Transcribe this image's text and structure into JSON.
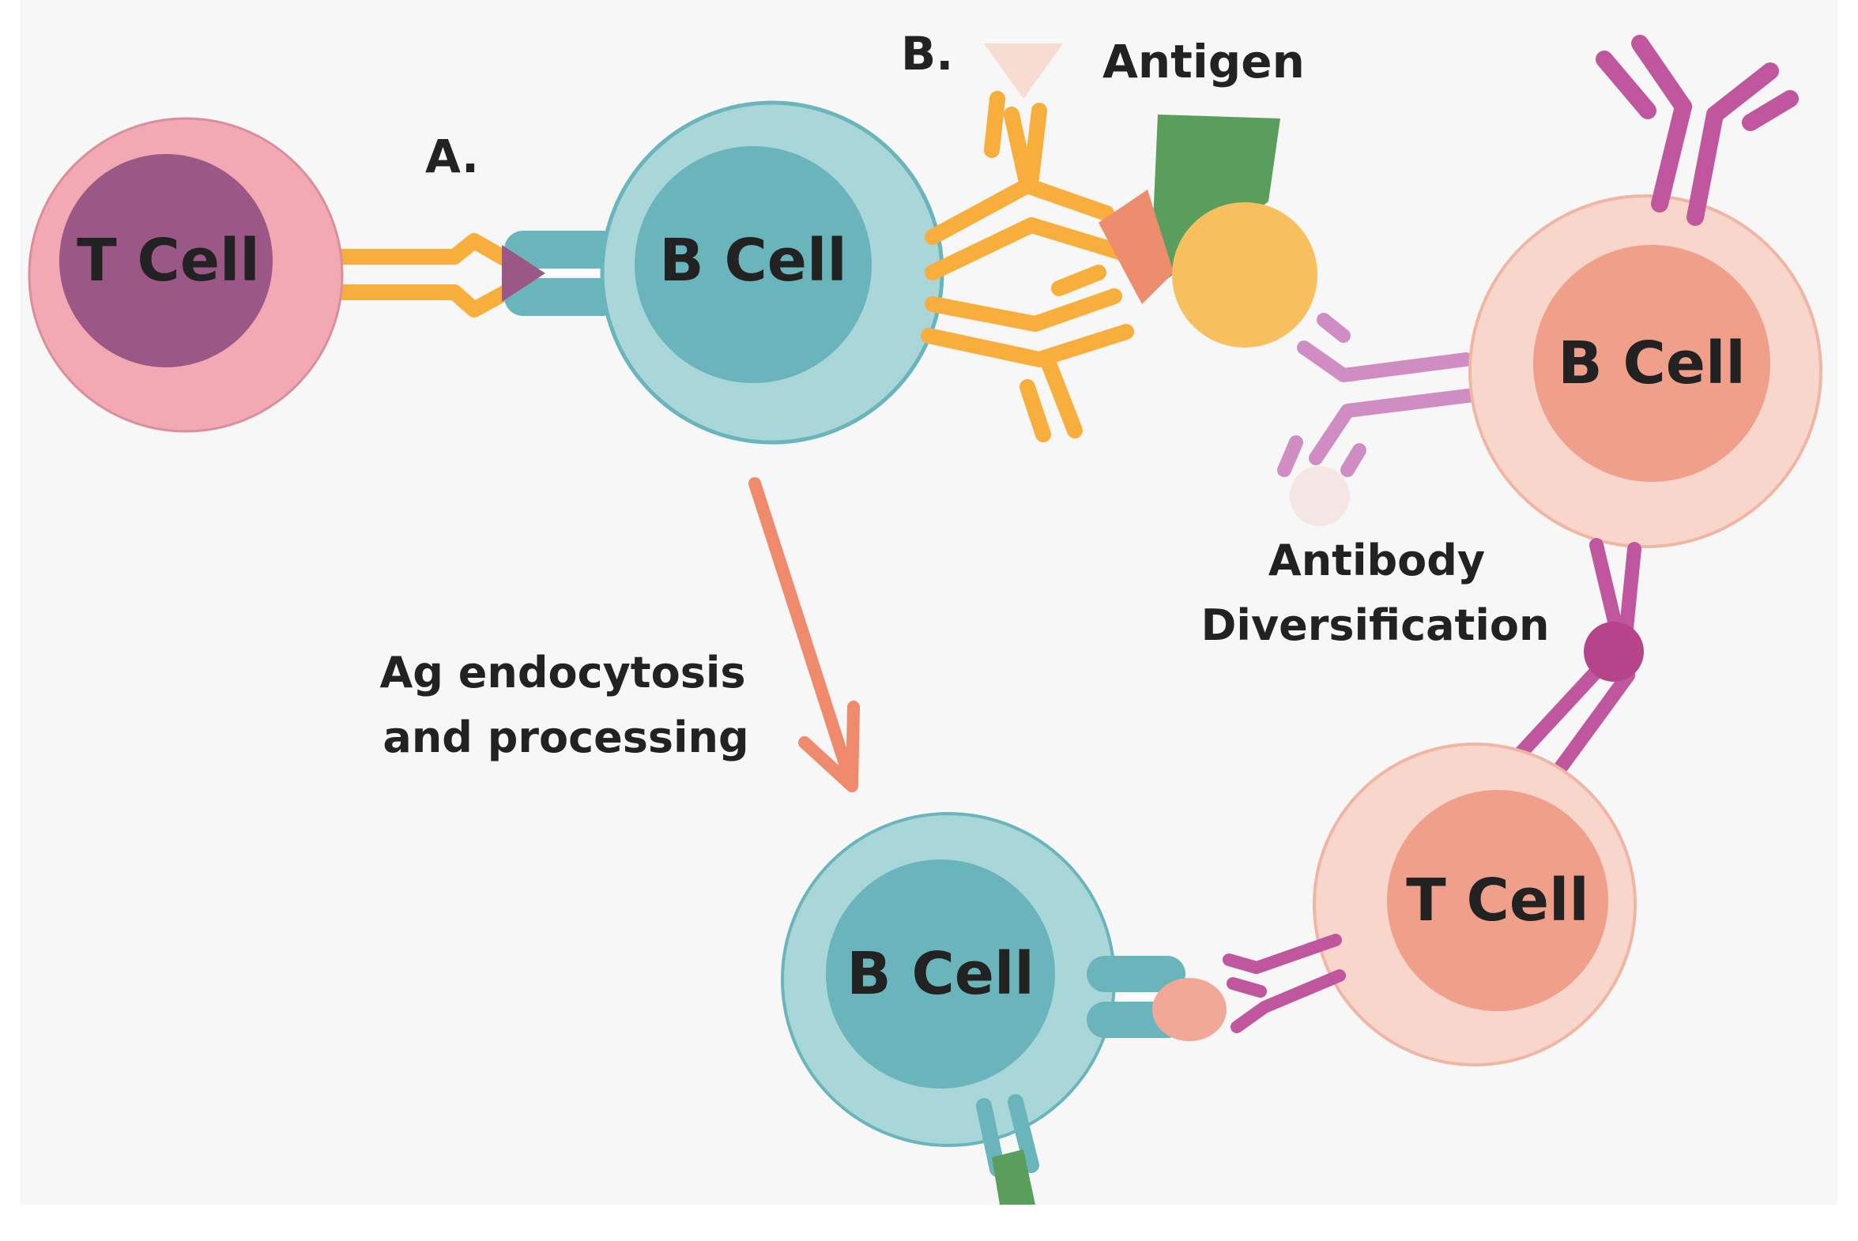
{
  "labels": {
    "marker_a": "A.",
    "marker_b": "B.",
    "antigen": "Antigen",
    "antibody_line1": "Antibody",
    "antibody_line2": "Diversification",
    "endocytosis_line1": "Ag endocytosis",
    "endocytosis_line2": "and processing"
  },
  "cells": {
    "t_cell_left": "T Cell",
    "b_cell_center": "B Cell",
    "b_cell_right": "B Cell",
    "b_cell_bottom": "B Cell",
    "t_cell_bottom": "T Cell"
  },
  "colors": {
    "t_cell_outer": "#F2A9B3",
    "t_cell_inner": "#9B5786",
    "b_cell_outer": "#A9D6D9",
    "b_cell_inner": "#6AB5BC",
    "salmon_outer": "#F9D6CB",
    "salmon_inner": "#F0A08A",
    "orange_receptor": "#F8AE3C",
    "magenta_antibody": "#C0579E",
    "light_magenta": "#D08DC4",
    "arrow": "#EF8A6C",
    "antigen_green": "#5A9E5E",
    "antigen_yellow": "#F8BF5E",
    "antigen_coral": "#EE8C6E"
  }
}
